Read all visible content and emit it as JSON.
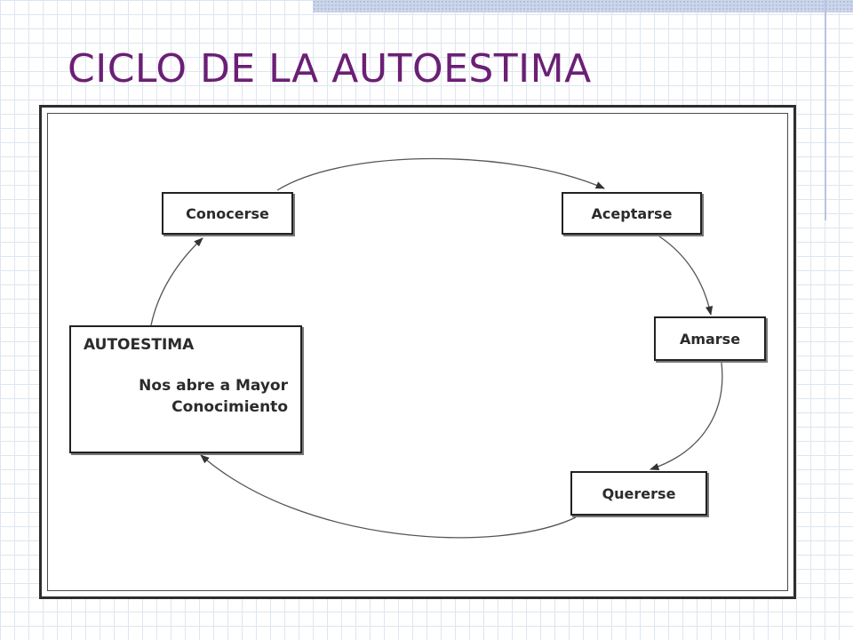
{
  "title": "CICLO DE LA AUTOESTIMA",
  "diagram": {
    "type": "cycle",
    "nodes": {
      "conocerse": "Conocerse",
      "aceptarse": "Aceptarse",
      "amarse": "Amarse",
      "quererse": "Quererse",
      "autoestima": {
        "heading": "AUTOESTIMA",
        "line1": "Nos abre a Mayor",
        "line2": "Conocimiento"
      }
    },
    "edges": [
      {
        "from": "Conocerse",
        "to": "Aceptarse"
      },
      {
        "from": "Aceptarse",
        "to": "Amarse"
      },
      {
        "from": "Amarse",
        "to": "Quererse"
      },
      {
        "from": "Quererse",
        "to": "AUTOESTIMA"
      },
      {
        "from": "AUTOESTIMA",
        "to": "Conocerse"
      }
    ]
  }
}
